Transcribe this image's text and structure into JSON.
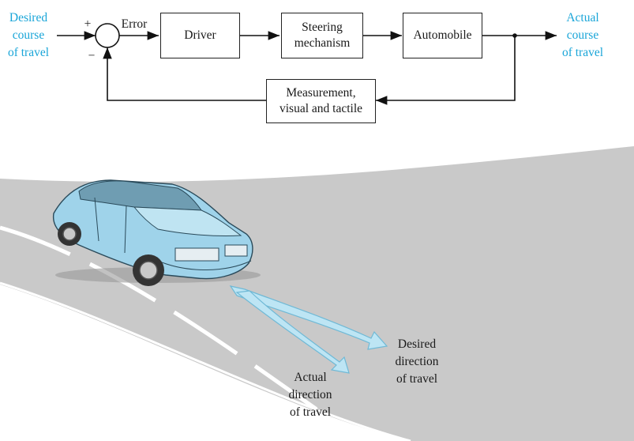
{
  "block_diagram": {
    "input_label": "Desired\ncourse\nof travel",
    "output_label": "Actual\ncourse\nof travel",
    "plus_sign": "+",
    "minus_sign": "−",
    "error_label": "Error",
    "blocks": {
      "driver": "Driver",
      "steering": "Steering\nmechanism",
      "automobile": "Automobile",
      "measurement": "Measurement,\nvisual and tactile"
    }
  },
  "illustration": {
    "desired_direction_label": "Desired\ndirection\nof travel",
    "actual_direction_label": "Actual\ndirection\nof travel"
  },
  "colors": {
    "label_cyan": "#19a5d8",
    "road_gray": "#c9c9c9",
    "car_blue": "#9fd3ea",
    "arrow_blue": "#bde5f4"
  }
}
